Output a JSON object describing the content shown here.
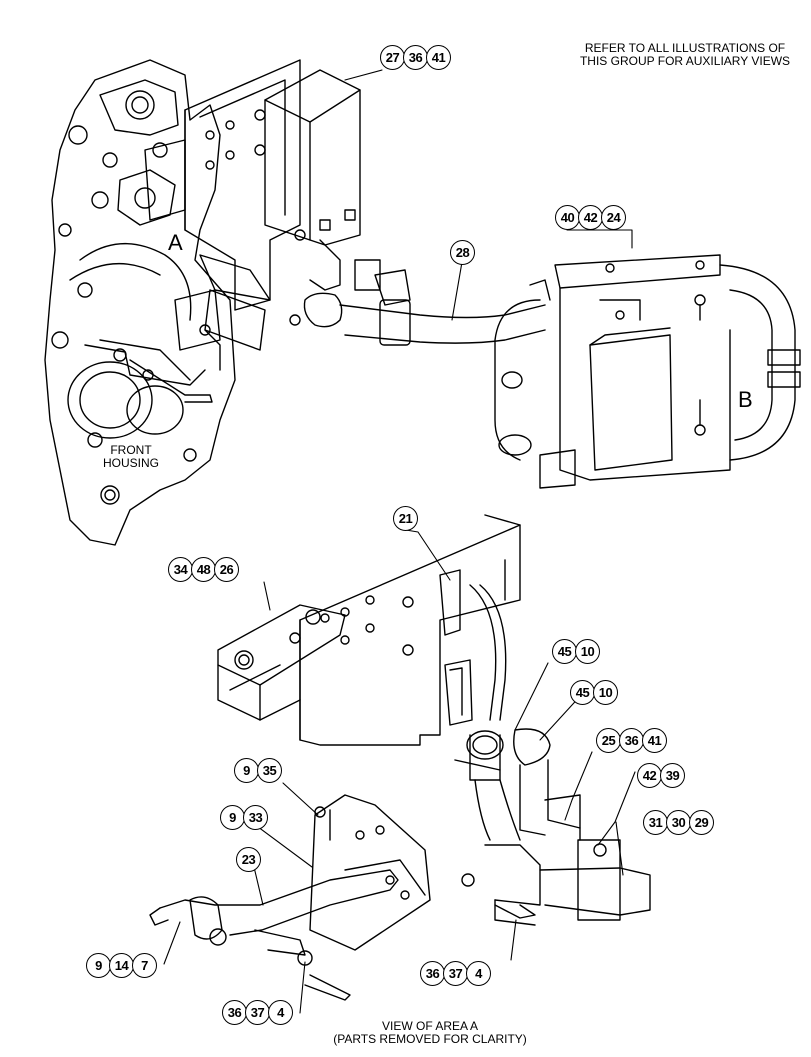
{
  "notes": {
    "refer_line1": "REFER TO ALL ILLUSTRATIONS OF",
    "refer_line2": "THIS GROUP FOR AUXILIARY VIEWS",
    "front_housing_line1": "FRONT",
    "front_housing_line2": "HOUSING",
    "view_line1": "VIEW OF AREA A",
    "view_line2": "(PARTS REMOVED FOR CLARITY)"
  },
  "area_labels": {
    "a": "A",
    "b": "B"
  },
  "callouts": {
    "c_27_36_41": [
      "27",
      "36",
      "41"
    ],
    "c_40_42_24": [
      "40",
      "42",
      "24"
    ],
    "c_28": [
      "28"
    ],
    "c_21": [
      "21"
    ],
    "c_34_48_26": [
      "34",
      "48",
      "26"
    ],
    "c_45_10_a": [
      "45",
      "10"
    ],
    "c_45_10_b": [
      "45",
      "10"
    ],
    "c_25_36_41": [
      "25",
      "36",
      "41"
    ],
    "c_9_35": [
      "9",
      "35"
    ],
    "c_42_39": [
      "42",
      "39"
    ],
    "c_9_33": [
      "9",
      "33"
    ],
    "c_31_30_29": [
      "31",
      "30",
      "29"
    ],
    "c_23": [
      "23"
    ],
    "c_9_14_7": [
      "9",
      "14",
      "7"
    ],
    "c_36_37_4_a": [
      "36",
      "37",
      "4"
    ],
    "c_36_37_4_b": [
      "36",
      "37",
      "4"
    ]
  }
}
